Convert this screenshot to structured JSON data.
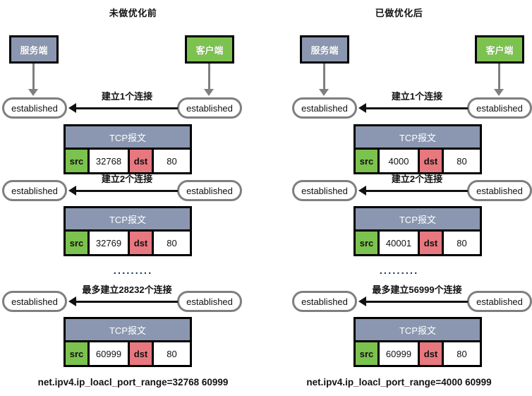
{
  "panels": [
    {
      "id": "before",
      "title": "未做优化前",
      "server_label": "服务端",
      "client_label": "客户端",
      "state_label": "established",
      "rows": [
        {
          "arrow_label": "建立1个连接",
          "packet": {
            "header": "TCP报文",
            "src_label": "src",
            "src_value": "32768",
            "dst_label": "dst",
            "dst_value": "80"
          }
        },
        {
          "arrow_label": "建立2个连接",
          "packet": {
            "header": "TCP报文",
            "src_label": "src",
            "src_value": "32769",
            "dst_label": "dst",
            "dst_value": "80"
          }
        },
        {
          "arrow_label": "最多建立28232个连接",
          "packet": {
            "header": "TCP报文",
            "src_label": "src",
            "src_value": "60999",
            "dst_label": "dst",
            "dst_value": "80"
          }
        }
      ],
      "ellipsis": ".........",
      "sysctl": "net.ipv4.ip_loacl_port_range=32768  60999"
    },
    {
      "id": "after",
      "title": "已做优化后",
      "server_label": "服务端",
      "client_label": "客户端",
      "state_label": "established",
      "rows": [
        {
          "arrow_label": "建立1个连接",
          "packet": {
            "header": "TCP报文",
            "src_label": "src",
            "src_value": "4000",
            "dst_label": "dst",
            "dst_value": "80"
          }
        },
        {
          "arrow_label": "建立2个连接",
          "packet": {
            "header": "TCP报文",
            "src_label": "src",
            "src_value": "40001",
            "dst_label": "dst",
            "dst_value": "80"
          }
        },
        {
          "arrow_label": "最多建立56999个连接",
          "packet": {
            "header": "TCP报文",
            "src_label": "src",
            "src_value": "60999",
            "dst_label": "dst",
            "dst_value": "80"
          }
        }
      ],
      "ellipsis": ".........",
      "sysctl": "net.ipv4.ip_loacl_port_range=4000  60999"
    }
  ],
  "colors": {
    "server_fill": "#8b97b0",
    "client_fill": "#7cc24f",
    "src_fill": "#7cc24f",
    "dst_fill": "#e8787f",
    "packet_header_fill": "#8b97b0",
    "state_border": "#7f7f7f",
    "arrow": "#111111",
    "connector": "#7f7f7f"
  }
}
